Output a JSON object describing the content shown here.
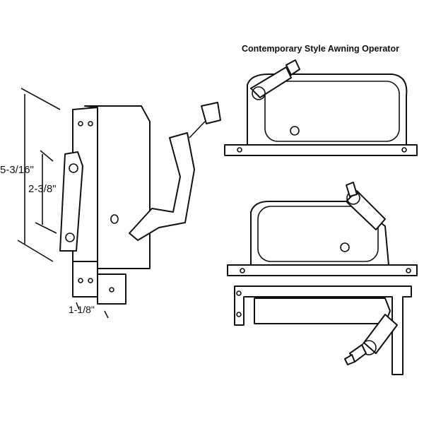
{
  "title": "Contemporary Style Awning Operator",
  "dimensions": {
    "overall_height": "5-3/16\"",
    "link_length": "2-3/8\"",
    "base_width": "1-1/8\""
  }
}
